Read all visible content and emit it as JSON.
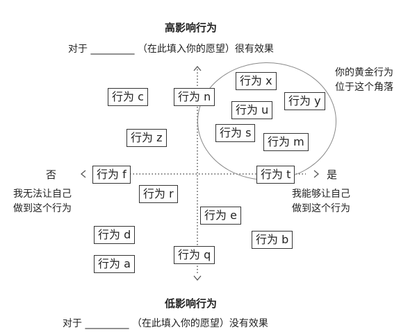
{
  "top": {
    "title": "高影响行为",
    "line_prefix": "对于",
    "line_blank": "_________",
    "line_suffix": "（在此填入你的愿望）很有效果"
  },
  "bottom": {
    "title": "低影响行为",
    "line_prefix": "对于",
    "line_blank": "_________",
    "line_suffix": "（在此填入你的愿望）没有效果"
  },
  "left": {
    "label": "否",
    "arrow": "<",
    "desc_line1": "我无法让自己",
    "desc_line2": "做到这个行为"
  },
  "right": {
    "label": "是",
    "arrow": ">",
    "desc_line1": "我能够让自己",
    "desc_line2": "做到这个行为"
  },
  "up_arrow": "^",
  "down_arrow": "v",
  "golden_note": {
    "line1": "你的黄金行为",
    "line2": "位于这个角落"
  },
  "behaviors": [
    {
      "id": "x",
      "label": "行为 x"
    },
    {
      "id": "c",
      "label": "行为 c"
    },
    {
      "id": "n",
      "label": "行为 n"
    },
    {
      "id": "y",
      "label": "行为 y"
    },
    {
      "id": "u",
      "label": "行为 u"
    },
    {
      "id": "z",
      "label": "行为 z"
    },
    {
      "id": "s",
      "label": "行为 s"
    },
    {
      "id": "m",
      "label": "行为 m"
    },
    {
      "id": "f",
      "label": "行为 f"
    },
    {
      "id": "t",
      "label": "行为 t"
    },
    {
      "id": "r",
      "label": "行为 r"
    },
    {
      "id": "e",
      "label": "行为 e"
    },
    {
      "id": "d",
      "label": "行为 d"
    },
    {
      "id": "b",
      "label": "行为 b"
    },
    {
      "id": "q",
      "label": "行为 q"
    },
    {
      "id": "a",
      "label": "行为 a"
    }
  ]
}
